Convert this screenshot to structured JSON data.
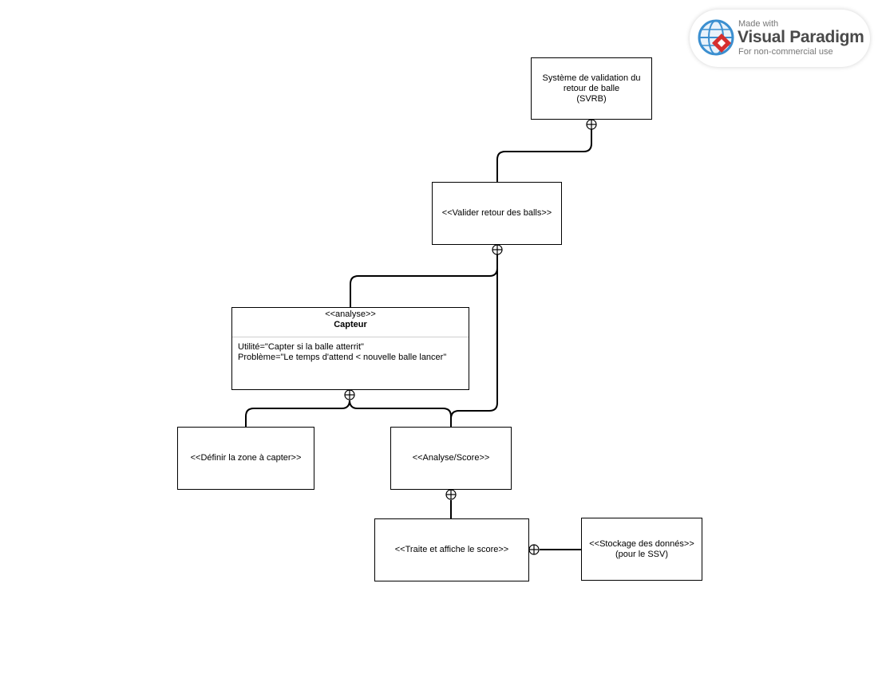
{
  "diagram": {
    "nodes": {
      "svrb": {
        "lines": [
          "Système de validation du",
          "retour de balle",
          "(SVRB)"
        ]
      },
      "valider": {
        "label": "<<Valider retour des balls>>"
      },
      "capteur": {
        "stereotype": "<<analyse>>",
        "name": "Capteur",
        "attributes": [
          "Utilité=\"Capter si la balle atterrit\"",
          "Problème=\"Le temps d'attend < nouvelle balle lancer\""
        ]
      },
      "definir": {
        "label": "<<Définir la zone à capter>>"
      },
      "analyse": {
        "label": "<<Analyse/Score>>"
      },
      "traite": {
        "label": "<<Traite et affiche le score>>"
      },
      "stockage": {
        "lines": [
          "<<Stockage des donnés>>",
          "(pour le SSV)"
        ]
      }
    },
    "connector_style": "containment"
  },
  "watermark": {
    "made_with": "Made with",
    "brand": "Visual Paradigm",
    "note": "For non-commercial use",
    "colors": {
      "globe": "#3b8fd0",
      "diamond": "#d62f2f"
    }
  }
}
